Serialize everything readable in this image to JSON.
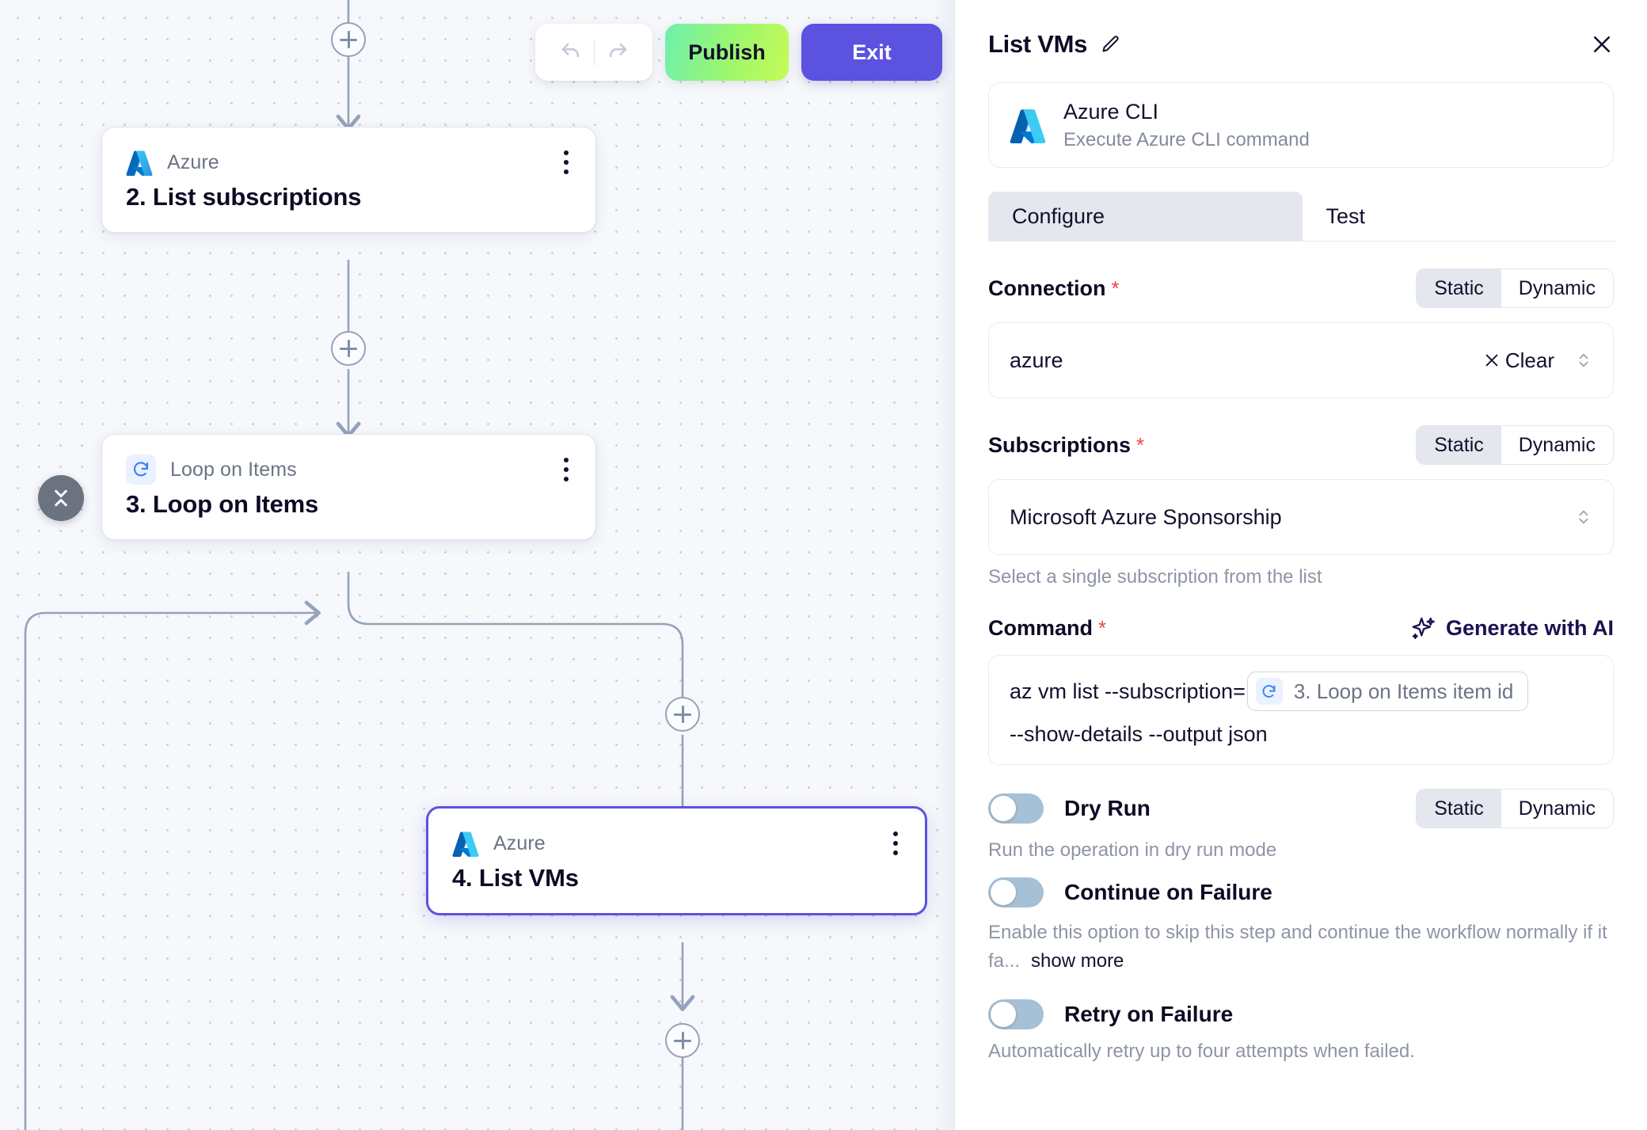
{
  "toolbar": {
    "undo_icon": "undo-icon",
    "redo_icon": "redo-icon",
    "publish_label": "Publish",
    "exit_label": "Exit"
  },
  "canvas": {
    "nodes": [
      {
        "app": "Azure",
        "title": "2. List subscriptions",
        "icon": "azure-icon",
        "selected": false
      },
      {
        "app": "Loop on Items",
        "title": "3. Loop on Items",
        "icon": "loop-icon",
        "selected": false
      },
      {
        "app": "Azure",
        "title": "4. List VMs",
        "icon": "azure-icon",
        "selected": true
      }
    ],
    "add_step_icon": "plus-icon",
    "collapse_icon": "collapse-chevrons-icon",
    "kebab_icon": "more-vertical-icon"
  },
  "panel": {
    "title": "List VMs",
    "edit_icon": "pencil-icon",
    "close_icon": "close-icon",
    "app": {
      "name": "Azure CLI",
      "description": "Execute Azure CLI command",
      "icon": "azure-icon"
    },
    "tabs": [
      {
        "label": "Configure",
        "active": true
      },
      {
        "label": "Test",
        "active": false
      }
    ],
    "connection": {
      "label": "Connection",
      "required": "*",
      "mode_static": "Static",
      "mode_dynamic": "Dynamic",
      "mode_selected": "Static",
      "value": "azure",
      "clear_label": "Clear",
      "clear_icon": "x-icon",
      "stepper_icon": "chevron-updown-icon"
    },
    "subscriptions": {
      "label": "Subscriptions",
      "required": "*",
      "mode_static": "Static",
      "mode_dynamic": "Dynamic",
      "mode_selected": "Static",
      "value": "Microsoft Azure Sponsorship",
      "helper": "Select a single subscription from the list",
      "stepper_icon": "chevron-updown-icon"
    },
    "command": {
      "label": "Command",
      "required": "*",
      "generate_label": "Generate with AI",
      "generate_icon": "sparkles-icon",
      "text_before": "az vm list --subscription=",
      "variable_chip": "3. Loop on Items item id",
      "variable_icon": "loop-icon",
      "text_after": "--show-details --output json"
    },
    "dry_run": {
      "label": "Dry Run",
      "enabled": false,
      "mode_static": "Static",
      "mode_dynamic": "Dynamic",
      "mode_selected": "Static",
      "helper": "Run the operation in dry run mode"
    },
    "continue_on_failure": {
      "label": "Continue on Failure",
      "enabled": false,
      "helper": "Enable this option to skip this step and continue the workflow normally if it fa...",
      "show_more": "show more"
    },
    "retry_on_failure": {
      "label": "Retry on Failure",
      "enabled": false,
      "helper": "Automatically retry up to four attempts when failed."
    }
  },
  "colors": {
    "accent": "#5b52e0",
    "publish_start": "#6ef0b0",
    "publish_end": "#c6fb55",
    "required": "#f2453d",
    "toggle_off": "#a6c0d6",
    "canvas_bg": "#f6f8fb"
  }
}
